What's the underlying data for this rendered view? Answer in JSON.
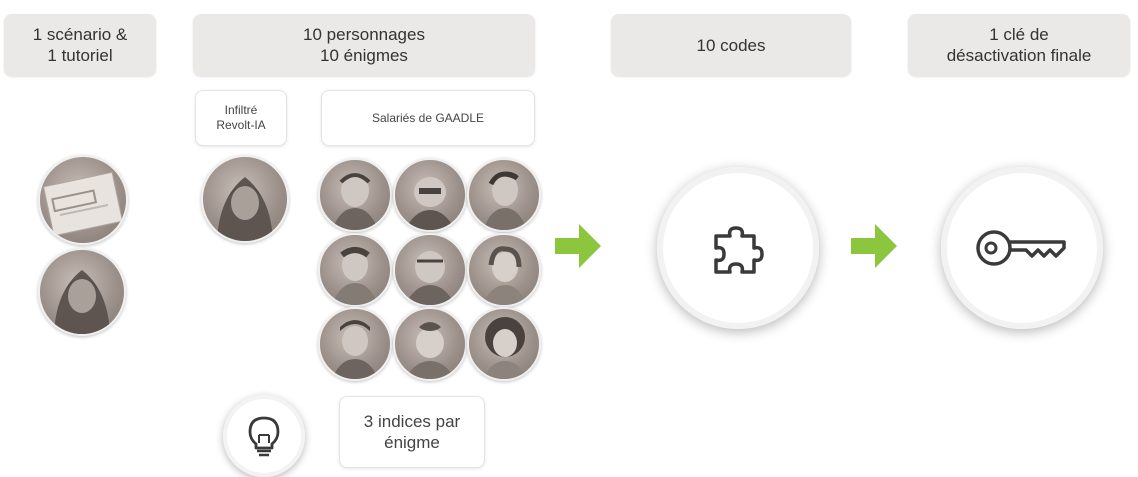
{
  "headers": {
    "scenario": "1 scénario &\n1 tutoriel",
    "personnages": "10 personnages\n10 énigmes",
    "codes": "10 codes",
    "cle": "1 clé de\ndésactivation finale"
  },
  "subheaders": {
    "infiltre": "Infiltré\nRevolt-IA",
    "salaries": "Salariés de GAADLE"
  },
  "indices": "3 indices par\nénigme",
  "icons": {
    "puzzle": "puzzle-icon",
    "key": "key-icon",
    "bulb": "lightbulb-icon",
    "arrow": "arrow-right-icon"
  },
  "colors": {
    "box": "#ebe8e8",
    "arrow": "#8cc63f",
    "icon_stroke": "#3a3a3a"
  }
}
